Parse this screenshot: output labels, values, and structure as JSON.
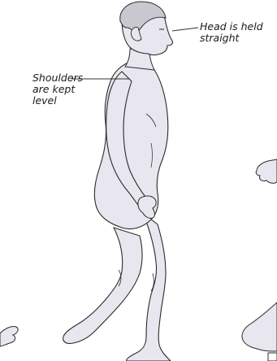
{
  "annotations": {
    "head": {
      "lines": [
        "Head is held",
        "straight"
      ]
    },
    "shoulders": {
      "lines": [
        "Shoulders",
        "are kept",
        "level"
      ]
    }
  },
  "colors": {
    "skin_fill": "#e8e6ef",
    "outline": "#2b2b2b",
    "hair_fill": "#c9c7cf",
    "leader_line": "#333333"
  }
}
